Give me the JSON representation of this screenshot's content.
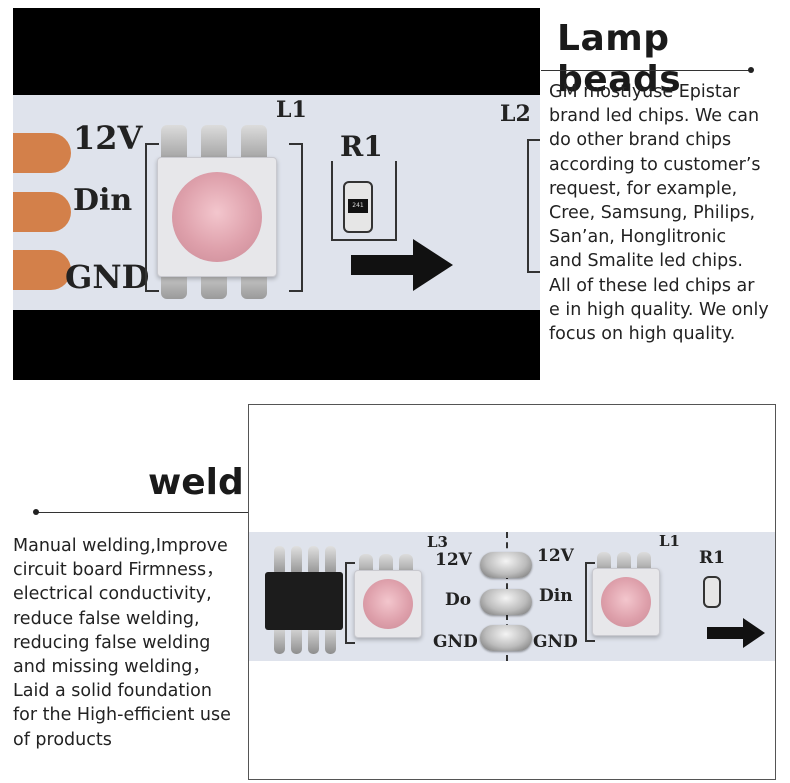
{
  "top_section": {
    "heading": "Lamp beads",
    "description_lines": [
      "GM mostlyuse Epistar",
      "brand led chips. We can",
      "do other brand chips",
      "according to customer’s",
      "request, for example,",
      "Cree, Samsung, Philips,",
      "San’an, Honglitronic",
      "and Smalite led chips.",
      "All of these led chips ar",
      "e in high quality. We only",
      "focus on high quality."
    ],
    "photo": {
      "labels": {
        "v12": "12V",
        "din": "Din",
        "gnd": "GND",
        "l1": "L1",
        "l2": "L2",
        "r1": "R1",
        "resistor_code": "241"
      }
    }
  },
  "bottom_section": {
    "heading": "weld",
    "description_lines": [
      "Manual welding,Improve",
      "circuit board Firmness，",
      "electrical conductivity,",
      "reduce false welding,",
      "reducing false welding",
      "and missing welding，",
      "Laid a solid foundation",
      "for the High-efficient use",
      "of products"
    ],
    "photo": {
      "labels": {
        "l3": "L3",
        "l1": "L1",
        "v12_left": "12V",
        "do": "Do",
        "gnd_left": "GND",
        "v12_right": "12V",
        "din": "Din",
        "gnd_right": "GND",
        "r1": "R1"
      }
    }
  },
  "colors": {
    "pcb": "#dfe3ec",
    "copper_pad": "#d3804a",
    "background": "#ffffff",
    "photo_frame": "#000000"
  }
}
